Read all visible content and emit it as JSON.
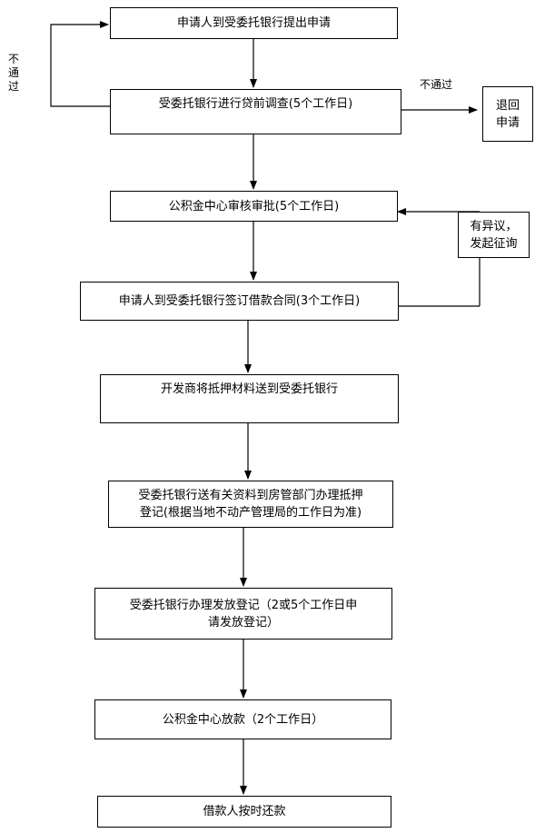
{
  "steps": {
    "s1": "申请人到受委托银行提出申请",
    "s2": "受委托银行进行贷前调查(5个工作日)",
    "s3": "公积金中心审核审批(5个工作日)",
    "s4": "申请人到受委托银行签订借款合同(3个工作日)",
    "s5": "开发商将抵押材料送到受委托银行",
    "s6_line1": "受委托银行送有关资料到房管部门办理抵押",
    "s6_line2": "登记(根据当地不动产管理局的工作日为准)",
    "s7_line1": "受委托银行办理发放登记（2或5个工作日申",
    "s7_line2": "请发放登记）",
    "s8": "公积金中心放款（2个工作日）",
    "s9": "借款人按时还款"
  },
  "side": {
    "reject_line1": "退回",
    "reject_line2": "申请",
    "objection_line1": "有异议，",
    "objection_line2": "发起征询"
  },
  "labels": {
    "not_pass_right": "不通过",
    "not_pass_left": [
      "不",
      "通",
      "过"
    ]
  }
}
